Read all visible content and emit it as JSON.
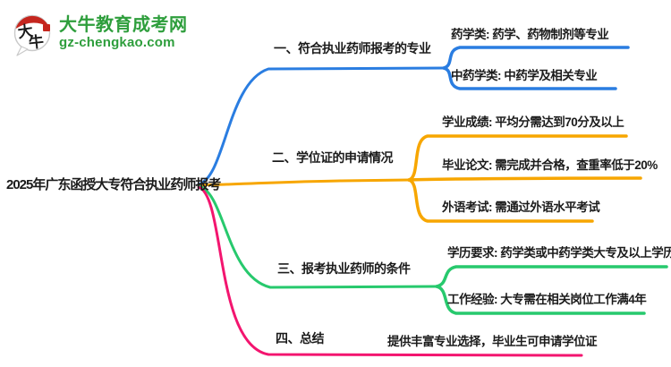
{
  "logo": {
    "site_name": "大牛教育成考网",
    "site_url": "gz-chengkao.com",
    "icon_char1": "大",
    "icon_char2": "牛"
  },
  "root": {
    "label": "2025年广东函授大专符合执业药师报考"
  },
  "branches": [
    {
      "label": "一、符合执业药师报考的专业",
      "children": [
        "药学类: 药学、药物制剂等专业",
        "中药学类: 中药学及相关专业"
      ]
    },
    {
      "label": "二、学位证的申请情况",
      "children": [
        "学业成绩: 平均分需达到70分及以上",
        "毕业论文: 需完成并合格，查重率低于20%",
        "外语考试: 需通过外语水平考试"
      ]
    },
    {
      "label": "三、报考执业药师的条件",
      "children": [
        "学历要求: 药学类或中药学类大专及以上学历",
        "工作经验: 大专需在相关岗位工作满4年"
      ]
    },
    {
      "label": "四、总结",
      "children": [
        "提供丰富专业选择，毕业生可申请学位证"
      ]
    }
  ],
  "colors": {
    "branch1": "#2A7DE1",
    "branch2": "#F7A600",
    "branch3": "#27C96D",
    "branch4": "#F3156F",
    "logo_green": "#2E9E3C",
    "logo_red": "#C5261E",
    "text": "#1B1B1B"
  }
}
